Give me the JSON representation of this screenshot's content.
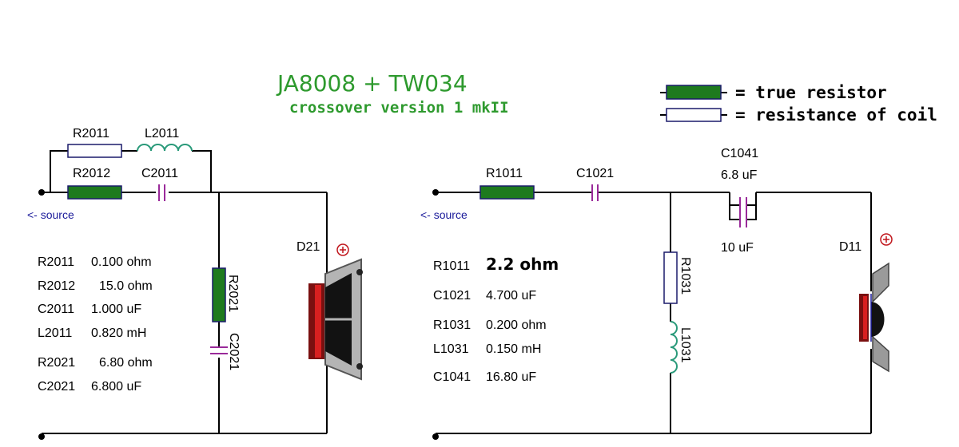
{
  "title": "JA8008 + TW034",
  "subtitle": "crossover version 1 mkII",
  "legend": {
    "true_resistor": "= true resistor",
    "coil_resistance": "= resistance of coil"
  },
  "woofer": {
    "source_label": "<- source",
    "driver_label": "D21",
    "labels": {
      "R2011": "R2011",
      "L2011": "L2011",
      "R2012": "R2012",
      "C2011": "C2011",
      "R2021": "R2021",
      "C2021": "C2021"
    },
    "values": [
      {
        "ref": "R2011",
        "value": "0.100 ohm"
      },
      {
        "ref": "R2012",
        "value": "15.0 ohm"
      },
      {
        "ref": "C2011",
        "value": "1.000 uF"
      },
      {
        "ref": "L2011",
        "value": "0.820 mH"
      },
      {
        "ref": "R2021",
        "value": "6.80 ohm"
      },
      {
        "ref": "C2021",
        "value": "6.800 uF"
      }
    ]
  },
  "tweeter": {
    "source_label": "<- source",
    "driver_label": "D11",
    "labels": {
      "R1011": "R1011",
      "C1021": "C1021",
      "C1041": "C1041",
      "C1041_top_value": "6.8 uF",
      "C1041_bottom_value": "10 uF",
      "R1031": "R1031",
      "L1031": "L1031"
    },
    "values": [
      {
        "ref": "R1011",
        "value": "2.2 ohm"
      },
      {
        "ref": "C1021",
        "value": "4.700 uF"
      },
      {
        "ref": "R1031",
        "value": "0.200 ohm"
      },
      {
        "ref": "L1031",
        "value": "0.150 mH"
      },
      {
        "ref": "C1041",
        "value": "16.80 uF"
      }
    ]
  },
  "colors": {
    "title": "#2e9a2e",
    "true_resistor_fill": "#1e7a1e",
    "capacitor": "#9a2a9a",
    "inductor": "#2a9a7a",
    "source_text": "#1a1a9a"
  }
}
